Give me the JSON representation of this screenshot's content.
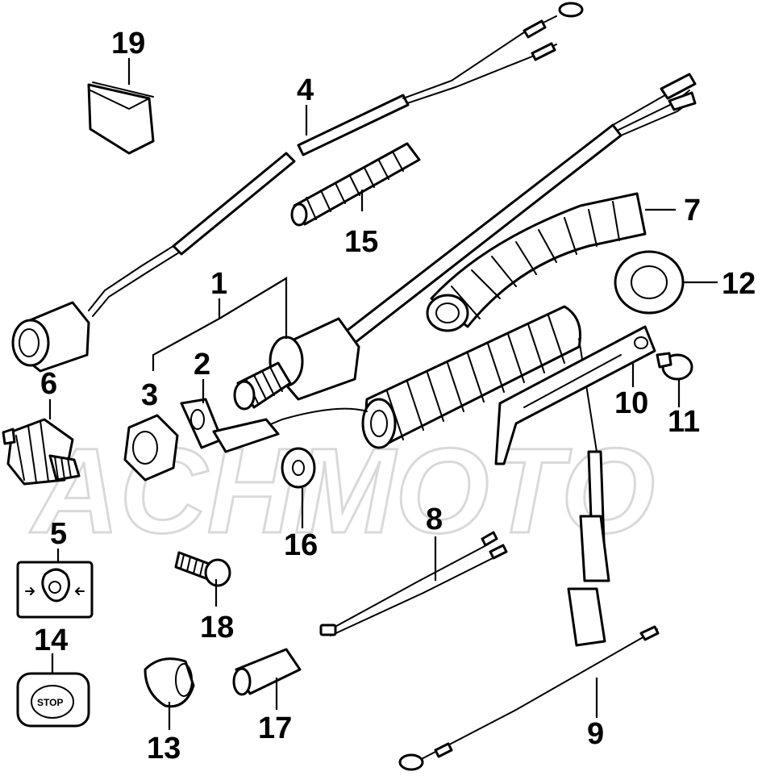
{
  "diagram": {
    "watermark": "ACHMOTO",
    "callouts": {
      "c1": "1",
      "c2": "2",
      "c3": "3",
      "c4": "4",
      "c5": "5",
      "c6": "6",
      "c7": "7",
      "c8": "8",
      "c9": "9",
      "c10": "10",
      "c11": "11",
      "c12": "12",
      "c13": "13",
      "c14": "14",
      "c15": "15",
      "c16": "16",
      "c17": "17",
      "c18": "18",
      "c19": "19"
    },
    "stop_label": "STOP"
  }
}
